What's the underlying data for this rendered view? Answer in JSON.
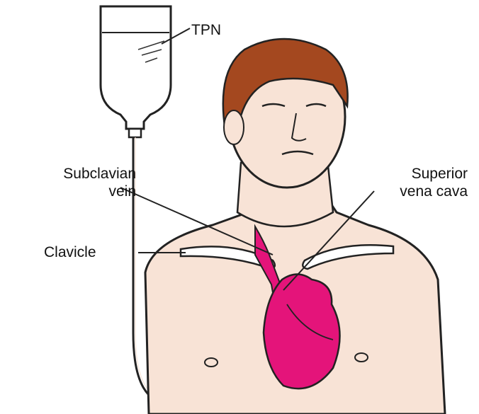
{
  "labels": {
    "tpn": "TPN",
    "subclavian_vein": [
      "Subclavian",
      "vein"
    ],
    "superior_vena_cava": [
      "Superior",
      "vena cava"
    ],
    "clavicle": "Clavicle"
  },
  "colors": {
    "skin": "#f8e3d6",
    "hair": "#a4481f",
    "heart": "#e4147a",
    "outline": "#222222",
    "bag": "#ffffff"
  }
}
